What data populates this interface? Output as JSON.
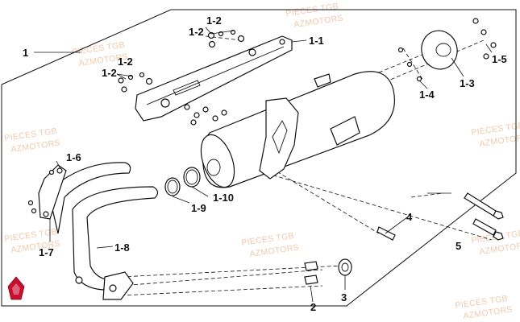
{
  "watermark": {
    "line1": "PIECES TGB",
    "line2": "AZMOTORS"
  },
  "callouts": {
    "c1": "1",
    "c1_1": "1-1",
    "c1_2a": "1-2",
    "c1_2b": "1-2",
    "c1_2c": "1-2",
    "c1_2d": "1-2",
    "c1_3": "1-3",
    "c1_4": "1-4",
    "c1_5": "1-5",
    "c1_6": "1-6",
    "c1_7": "1-7",
    "c1_8": "1-8",
    "c1_9": "1-9",
    "c1_10": "1-10",
    "c2": "2",
    "c3": "3",
    "c4": "4",
    "c5": "5"
  },
  "colors": {
    "watermark": "#f1c9ad",
    "logo": "#c8102e"
  }
}
